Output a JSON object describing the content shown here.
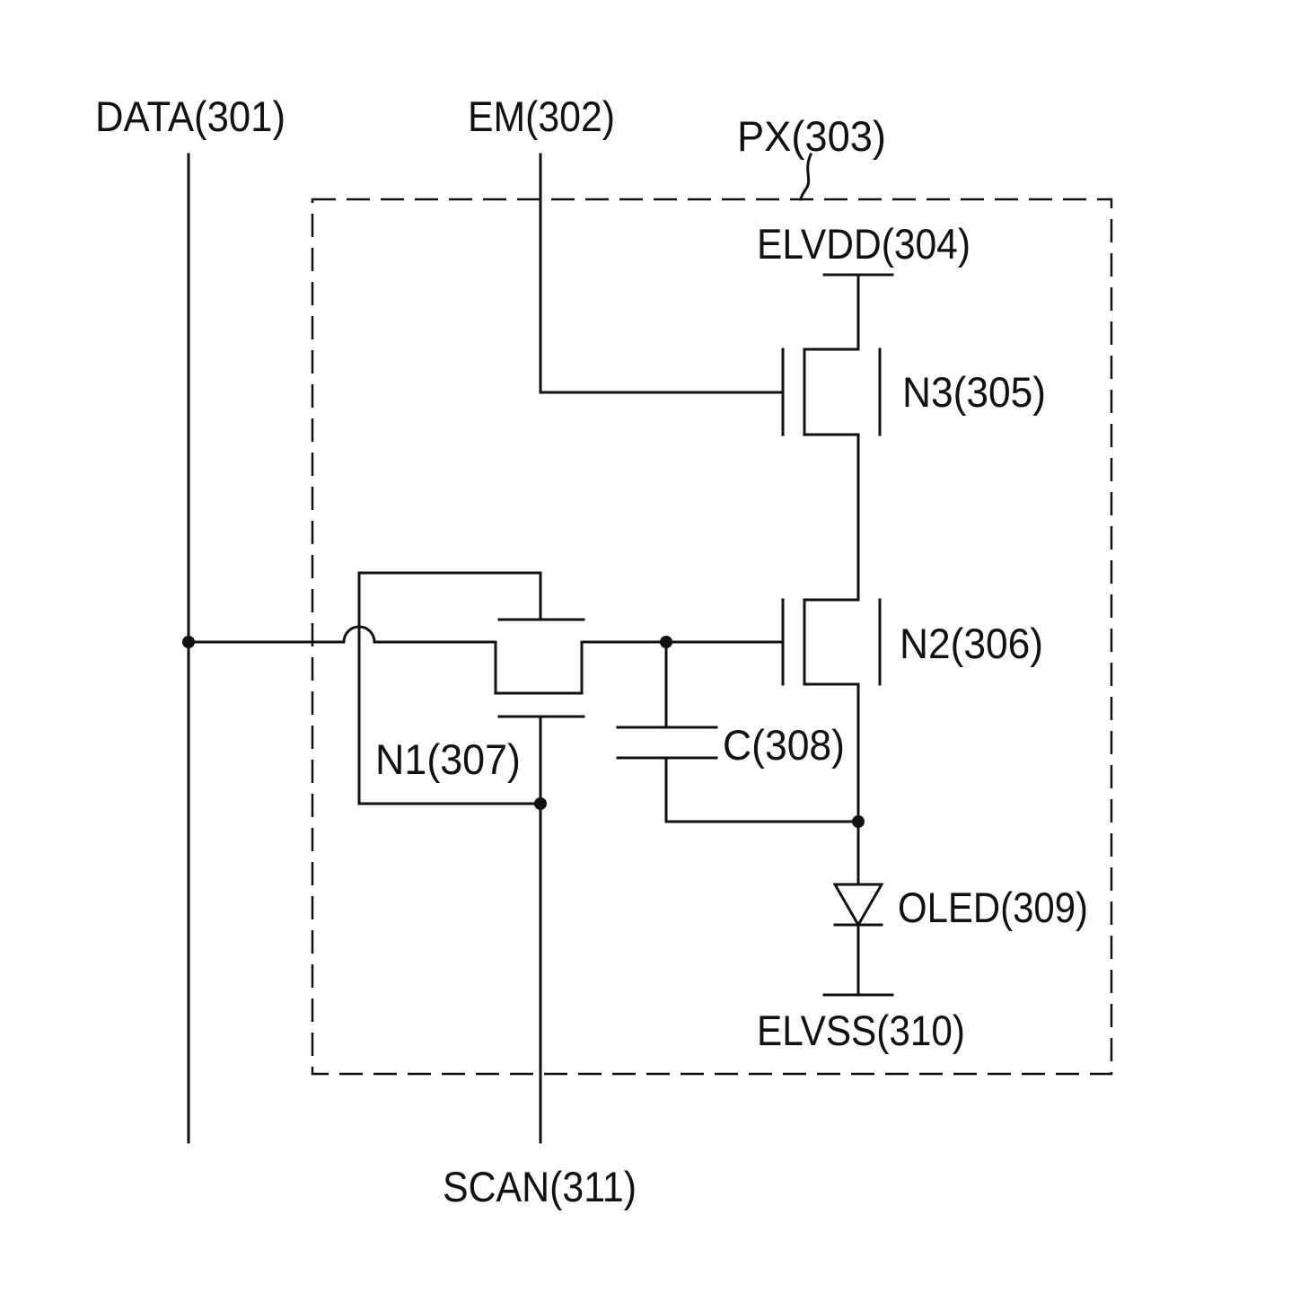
{
  "labels": {
    "data_line": "DATA(301)",
    "em_line": "EM(302)",
    "pixel": "PX(303)",
    "elvdd": "ELVDD(304)",
    "n3": "N3(305)",
    "n2": "N2(306)",
    "n1": "N1(307)",
    "capacitor": "C(308)",
    "oled": "OLED(309)",
    "elvss": "ELVSS(310)",
    "scan_line": "SCAN(311)"
  }
}
